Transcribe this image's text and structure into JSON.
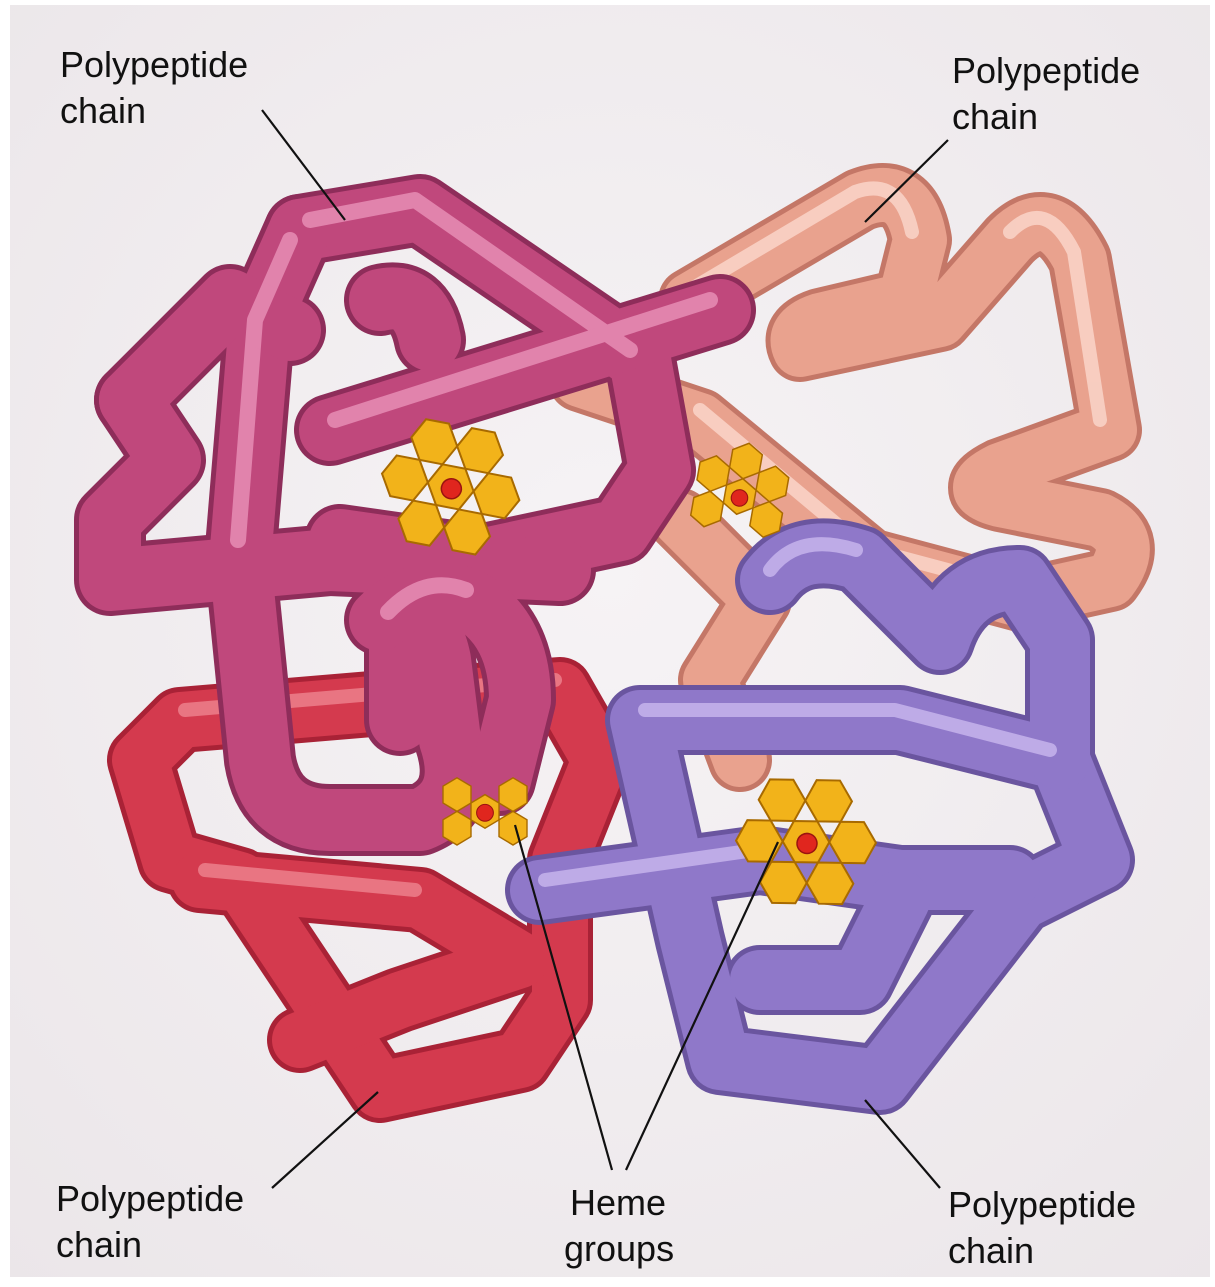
{
  "labels": {
    "top_left": {
      "line1": "Polypeptide",
      "line2": "chain"
    },
    "top_right": {
      "line1": "Polypeptide",
      "line2": "chain"
    },
    "bottom_left": {
      "line1": "Polypeptide",
      "line2": "chain"
    },
    "bottom_center": {
      "line1": "Heme",
      "line2": "groups"
    },
    "bottom_right": {
      "line1": "Polypeptide",
      "line2": "chain"
    }
  },
  "colors": {
    "page_background": "#f3f0f2",
    "chain_magenta": "#c0487c",
    "chain_peach": "#e9a28e",
    "chain_red": "#d43a4e",
    "chain_violet": "#8f78c9",
    "heme_gold": "#f2b31a",
    "heme_iron": "#e0261e"
  },
  "icons": {
    "heme": "heme-icon"
  }
}
